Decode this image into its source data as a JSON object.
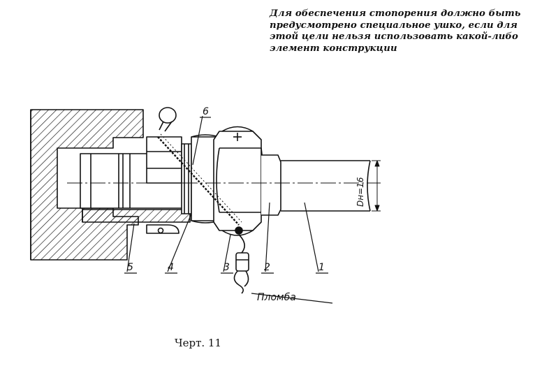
{
  "note": {
    "text": "Для обеспечения стопорения должно быть предусмотрено специальное ушко, если для этой цели нельзя использовать какой-либо элемент конструкции"
  },
  "callouts": {
    "label_1": "1",
    "label_2": "2",
    "label_3": "3",
    "label_4": "4",
    "label_5": "5",
    "label_6": "6",
    "seal": "Пломба"
  },
  "dimension": {
    "text": "Dн=16"
  },
  "caption": {
    "text": "Черт. 11"
  }
}
